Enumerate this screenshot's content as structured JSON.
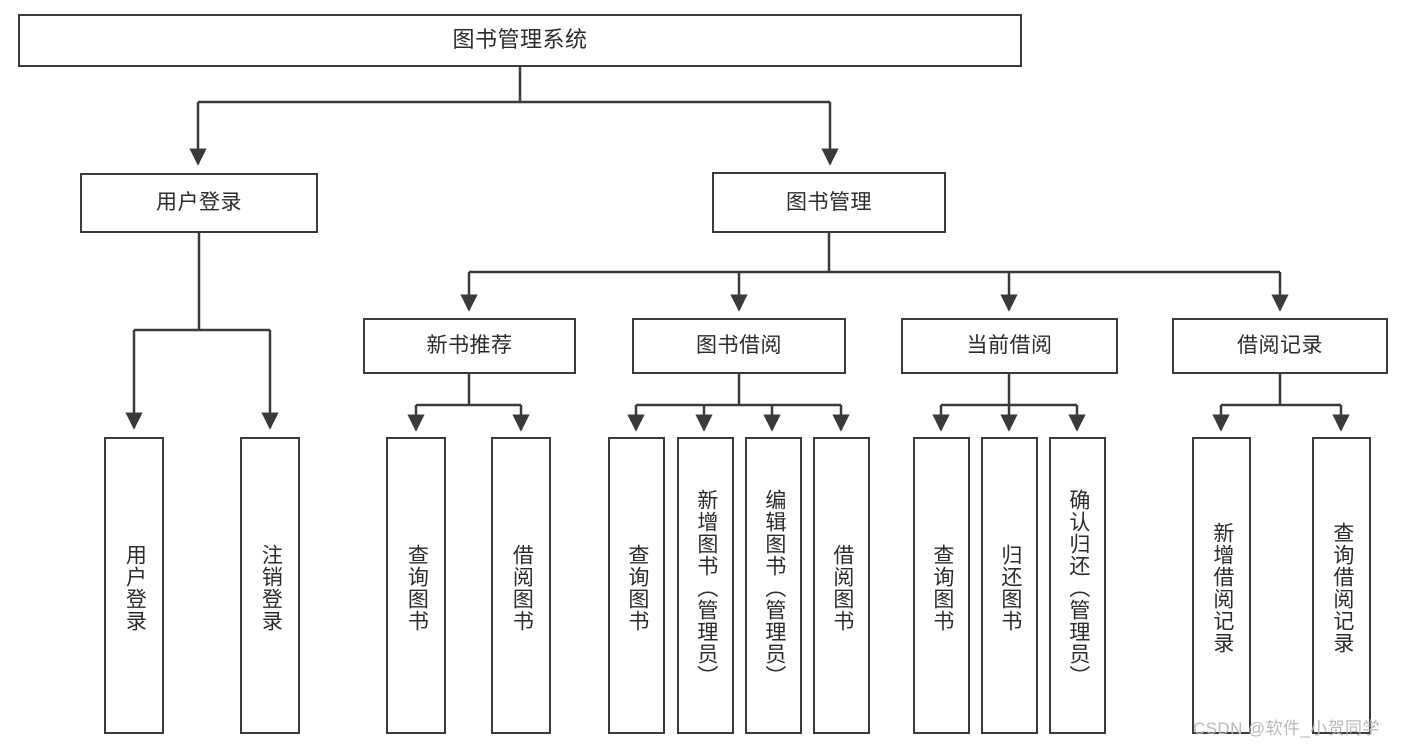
{
  "diagram": {
    "title": "图书管理系统",
    "type": "functional-structure-tree",
    "root": {
      "label": "图书管理系统"
    },
    "level1": [
      {
        "label": "用户登录"
      },
      {
        "label": "图书管理"
      }
    ],
    "level2": [
      {
        "label": "新书推荐"
      },
      {
        "label": "图书借阅"
      },
      {
        "label": "当前借阅"
      },
      {
        "label": "借阅记录"
      }
    ],
    "leaves": {
      "user_login": [
        {
          "label": "用户登录"
        },
        {
          "label": "注销登录"
        }
      ],
      "new_book_recommend": [
        {
          "label": "查询图书"
        },
        {
          "label": "借阅图书"
        }
      ],
      "book_borrow": [
        {
          "label": "查询图书"
        },
        {
          "label": "新增图书（管理员）"
        },
        {
          "label": "编辑图书（管理员）"
        },
        {
          "label": "借阅图书"
        }
      ],
      "current_borrow": [
        {
          "label": "查询图书"
        },
        {
          "label": "归还图书"
        },
        {
          "label": "确认归还（管理员）"
        }
      ],
      "borrow_record": [
        {
          "label": "新增借阅记录"
        },
        {
          "label": "查询借阅记录"
        }
      ]
    }
  },
  "watermark": {
    "text": "CSDN @软件_小贺同学"
  },
  "colors": {
    "border": "#3a3a3a",
    "text": "#2b2b2b",
    "background": "#ffffff",
    "watermark": "#b9b9b9"
  }
}
